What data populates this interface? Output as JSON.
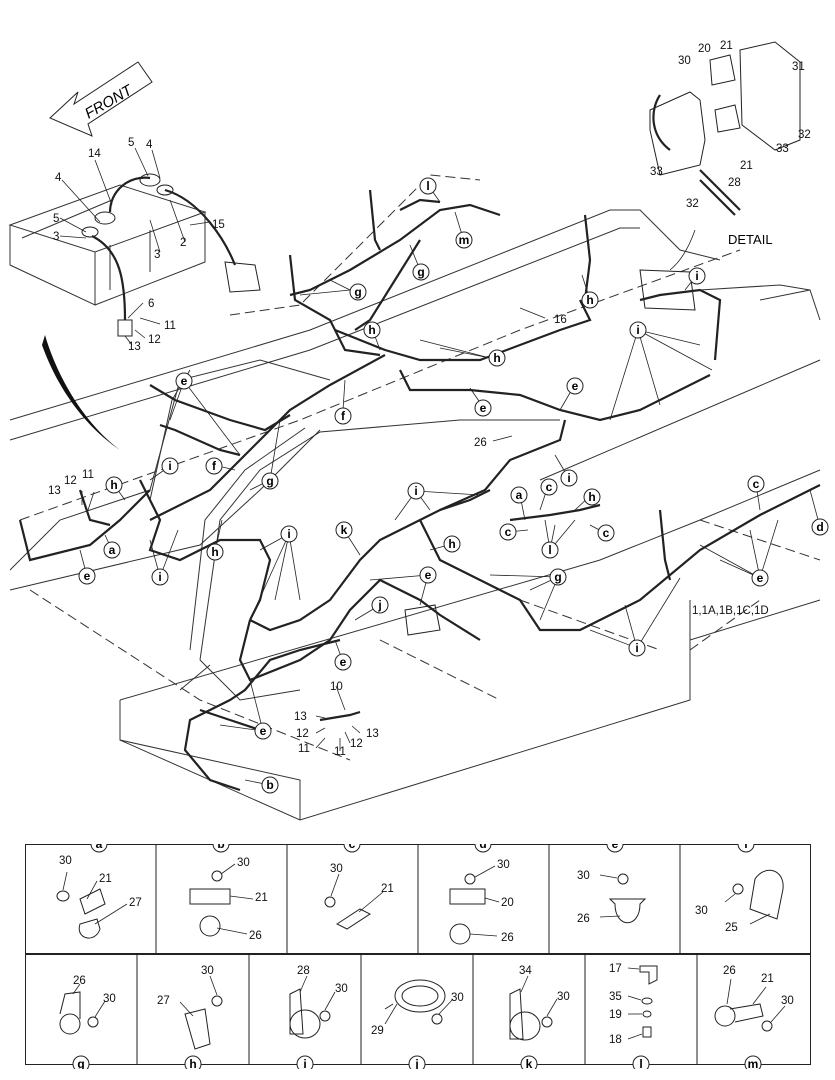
{
  "front_label": "FRONT",
  "detail_label": "DETAIL",
  "model_label": "1,1A,1B,1C,1D",
  "letters": [
    "a",
    "b",
    "c",
    "d",
    "e",
    "f",
    "g",
    "h",
    "i",
    "j",
    "k",
    "l",
    "m"
  ],
  "part_numbers": [
    "2",
    "3",
    "4",
    "5",
    "6",
    "10",
    "11",
    "12",
    "13",
    "14",
    "15",
    "16",
    "17",
    "18",
    "19",
    "20",
    "21",
    "25",
    "26",
    "27",
    "28",
    "29",
    "30",
    "31",
    "32",
    "33",
    "34",
    "35"
  ],
  "legend": {
    "top_row": [
      {
        "letter": "a",
        "parts": [
          "30",
          "21",
          "27"
        ]
      },
      {
        "letter": "b",
        "parts": [
          "30",
          "21",
          "26"
        ]
      },
      {
        "letter": "c",
        "parts": [
          "30",
          "21"
        ]
      },
      {
        "letter": "d",
        "parts": [
          "30",
          "20",
          "26"
        ]
      },
      {
        "letter": "e",
        "parts": [
          "30",
          "26"
        ]
      },
      {
        "letter": "f",
        "parts": [
          "30",
          "25"
        ]
      }
    ],
    "bottom_row": [
      {
        "letter": "g",
        "parts": [
          "26",
          "30"
        ]
      },
      {
        "letter": "h",
        "parts": [
          "30",
          "27"
        ]
      },
      {
        "letter": "i",
        "parts": [
          "28",
          "30"
        ]
      },
      {
        "letter": "j",
        "parts": [
          "30",
          "29"
        ]
      },
      {
        "letter": "k",
        "parts": [
          "34",
          "30"
        ]
      },
      {
        "letter": "l",
        "parts": [
          "17",
          "35",
          "19",
          "18"
        ]
      },
      {
        "letter": "m",
        "parts": [
          "26",
          "21",
          "30"
        ]
      }
    ]
  }
}
